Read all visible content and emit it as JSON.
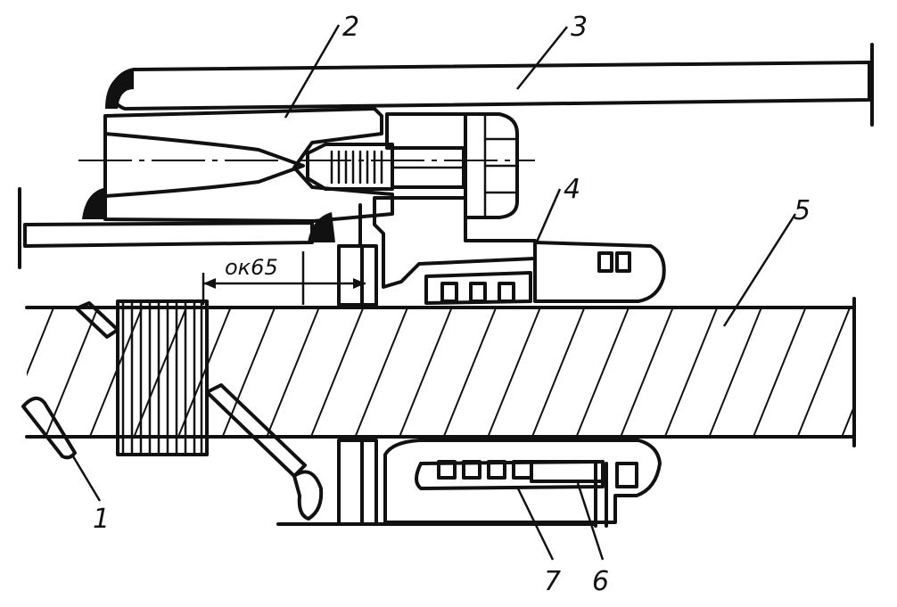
{
  "drawing": {
    "callouts": [
      "1",
      "2",
      "3",
      "4",
      "5",
      "6",
      "7"
    ],
    "dimension_text": "ок65",
    "hatch_color": "#111111",
    "background": "#ffffff"
  }
}
